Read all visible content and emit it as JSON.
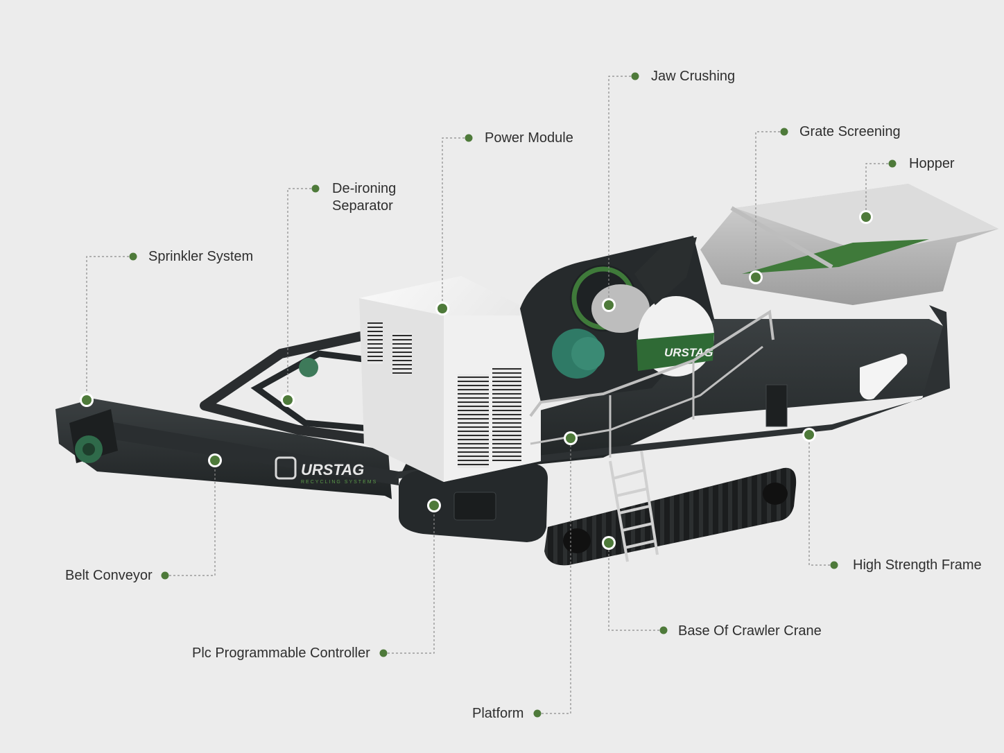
{
  "colors": {
    "background": "#ececec",
    "marker": "#4e7a3a",
    "leader_line": "#8a8a8a",
    "machine_dark": "#2b2f31",
    "accent_green": "#2f6a35",
    "panel_white": "#f2f2f2"
  },
  "machine": {
    "brand": "URSTAG",
    "brand_sub": "RECYCLING SYSTEMS"
  },
  "labels": {
    "jaw_crushing": "Jaw Crushing",
    "grate_screening": "Grate Screening",
    "hopper": "Hopper",
    "power_module": "Power Module",
    "de_ironing_1": "De-ironing",
    "de_ironing_2": "Separator",
    "sprinkler_system": "Sprinkler System",
    "belt_conveyor": "Belt Conveyor",
    "plc_controller": "Plc Programmable Controller",
    "platform": "Platform",
    "base_crawler_crane": "Base Of Crawler Crane",
    "high_strength_frame": "High Strength Frame"
  }
}
